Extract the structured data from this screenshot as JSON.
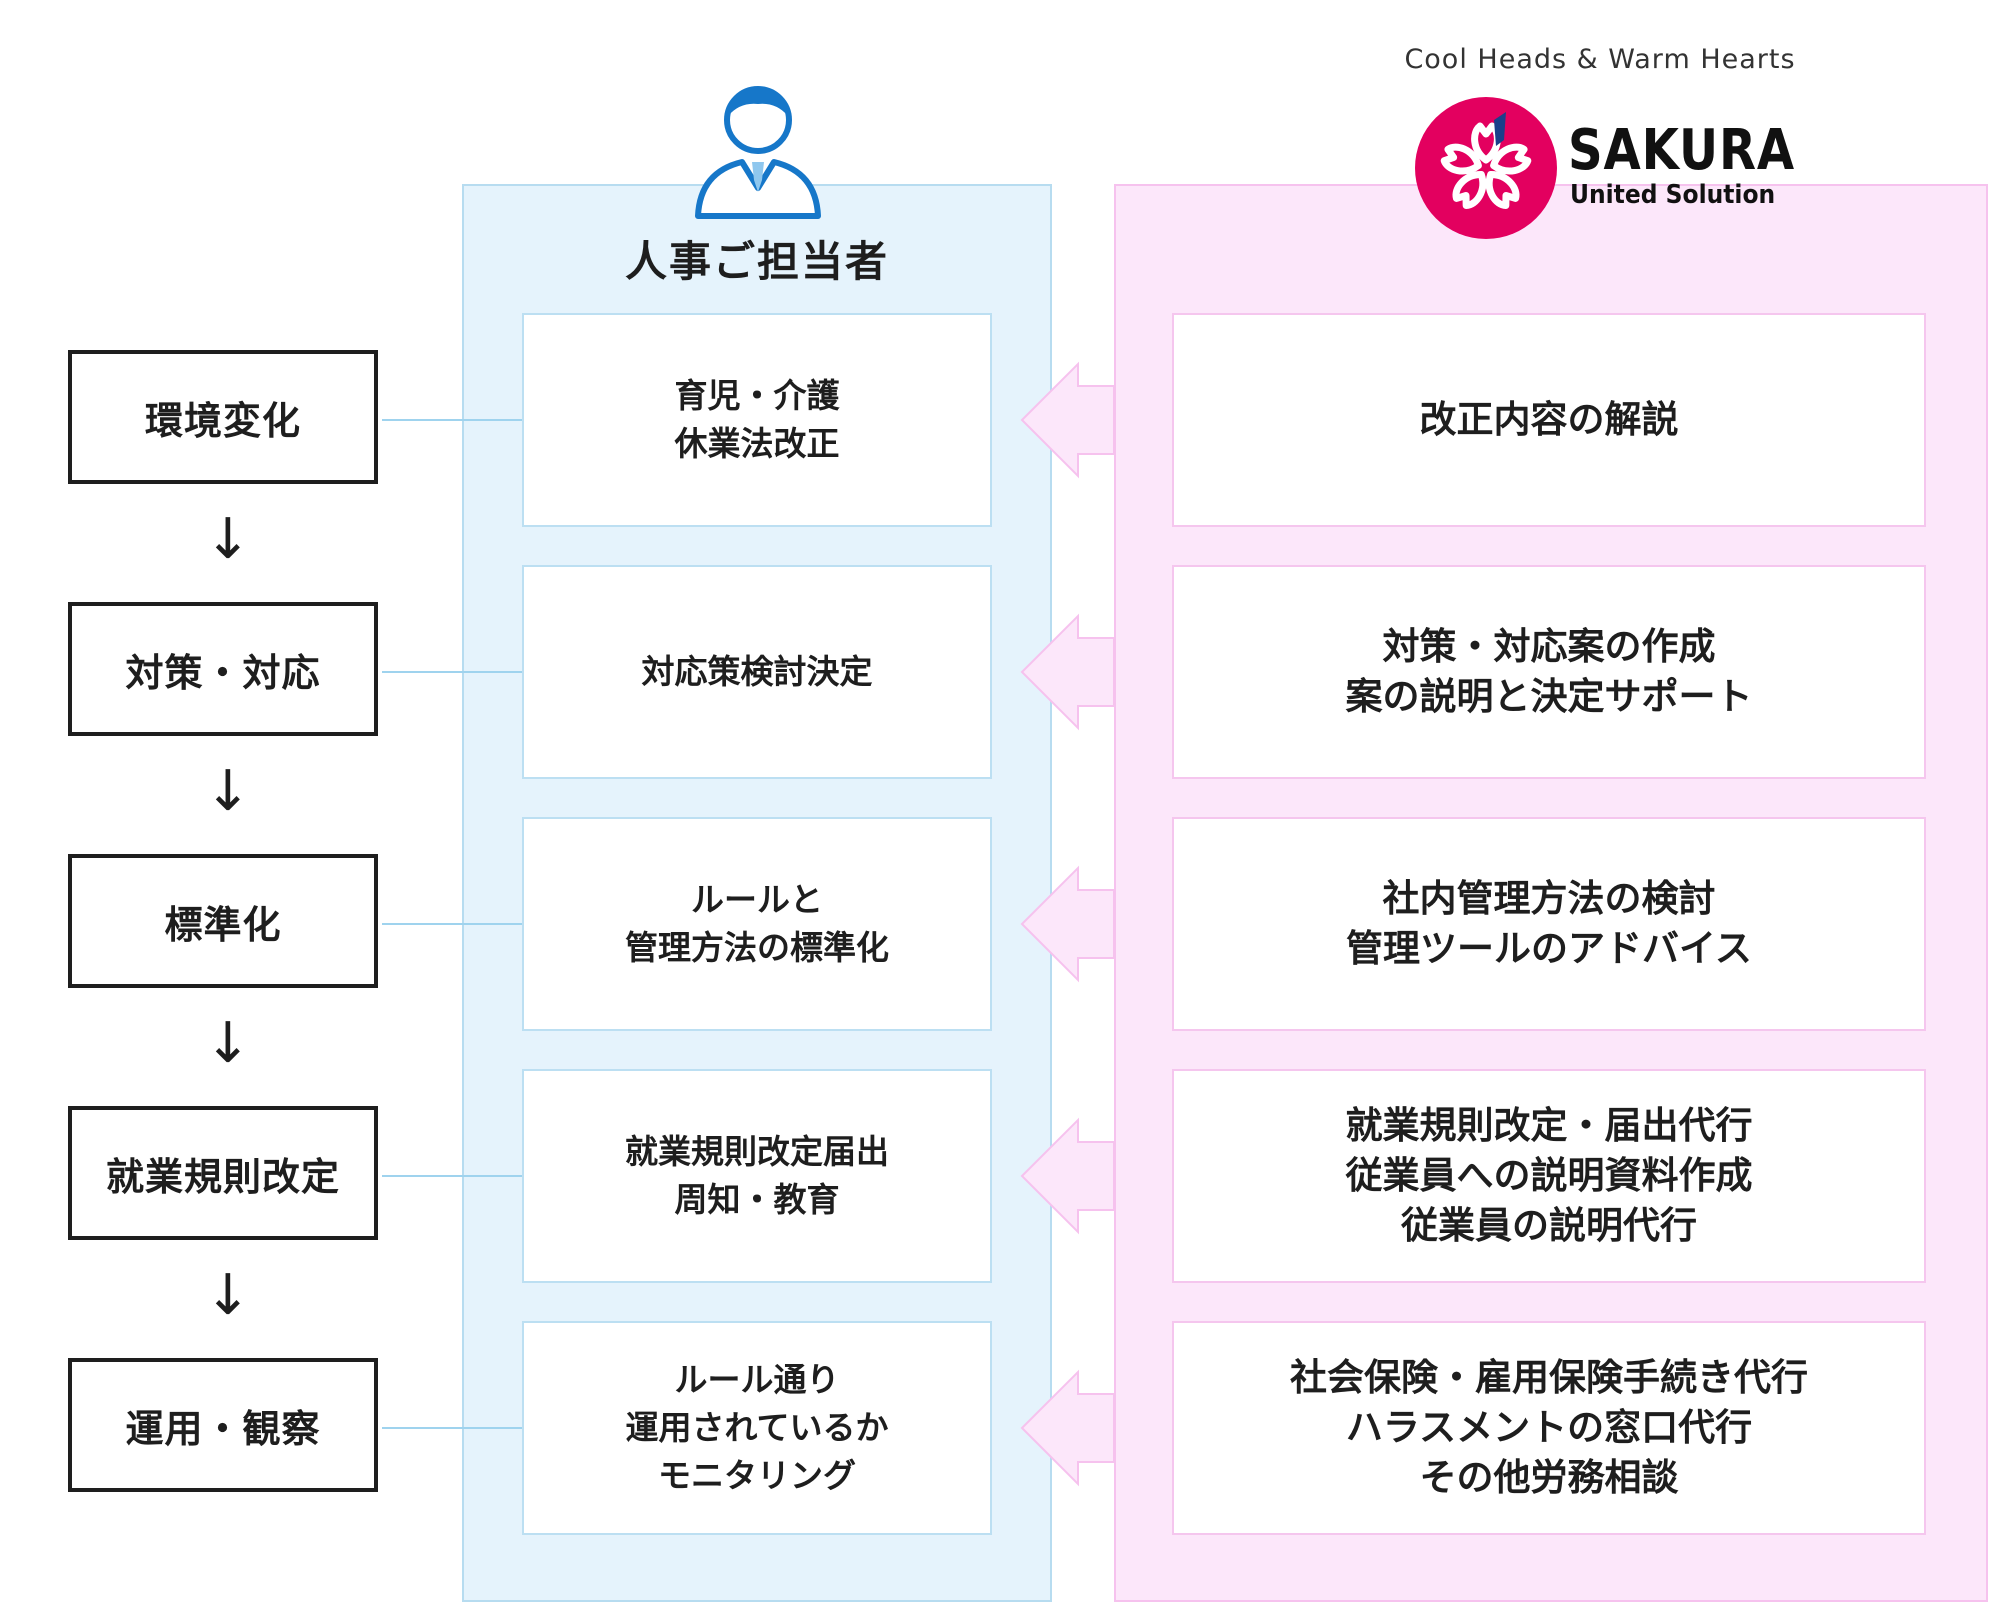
{
  "colors": {
    "hr_panel": "#e5f3fc",
    "sakura_panel": "#fce7fa",
    "logo_accent": "#e3005f",
    "person_icon": "#1677c9"
  },
  "header": {
    "tagline": "Cool Heads & Warm Hearts",
    "brand_name": "SAKURA",
    "brand_sub": "United Solution",
    "logo_icon": "sakura-flower-icon",
    "person_icon": "person-icon"
  },
  "hr": {
    "title": "人事ご担当者"
  },
  "stages": [
    {
      "label": "環境変化",
      "hr_lines": [
        "育児・介護",
        "休業法改正"
      ],
      "sakura_lines": [
        "改正内容の解説"
      ]
    },
    {
      "label": "対策・対応",
      "hr_lines": [
        "対応策検討決定"
      ],
      "sakura_lines": [
        "対策・対応案の作成",
        "案の説明と決定サポート"
      ]
    },
    {
      "label": "標準化",
      "hr_lines": [
        "ルールと",
        "管理方法の標準化"
      ],
      "sakura_lines": [
        "社内管理方法の検討",
        "管理ツールのアドバイス"
      ]
    },
    {
      "label": "就業規則改定",
      "hr_lines": [
        "就業規則改定届出",
        "周知・教育"
      ],
      "sakura_lines": [
        "就業規則改定・届出代行",
        "従業員への説明資料作成",
        "従業員の説明代行"
      ]
    },
    {
      "label": "運用・観察",
      "hr_lines": [
        "ルール通り",
        "運用されているか",
        "モニタリング"
      ],
      "sakura_lines": [
        "社会保険・雇用保険手続き代行",
        "ハラスメントの窓口代行",
        "その他労務相談"
      ]
    }
  ],
  "stage_arrow_glyph": "↓"
}
